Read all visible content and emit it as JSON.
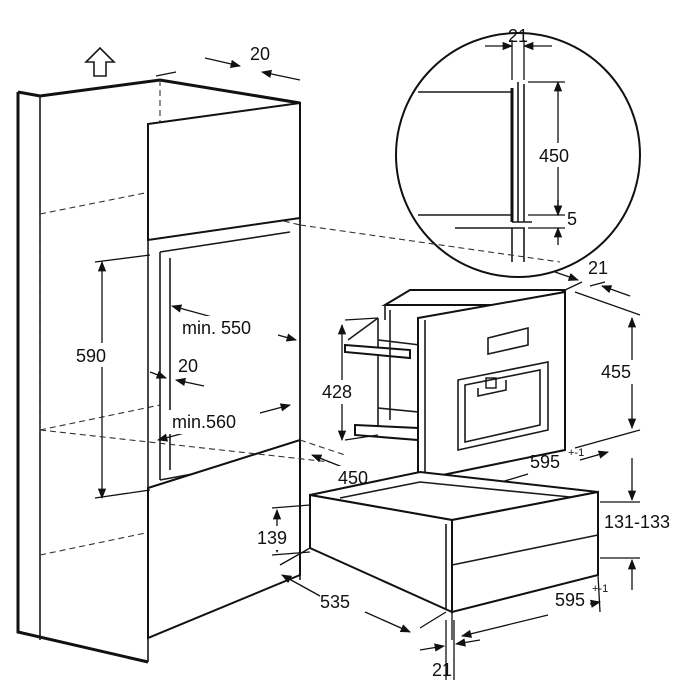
{
  "labels": {
    "top_depth": "20",
    "cabinet_height": "590",
    "min_width": "min. 550",
    "side_gap": "20",
    "min_depth": "min.560",
    "drawer_height": "139",
    "drawer_depth": "535",
    "bottom_offset": "21",
    "detail_offset": "21",
    "detail_height": "450",
    "detail_gap": "5",
    "machine_offset": "21",
    "machine_height": "455",
    "machine_body_height": "428",
    "machine_depth": "450",
    "machine_width": "595",
    "machine_width_tol": "+-1",
    "drawer_gap": "131-133",
    "drawer_width": "595",
    "drawer_width_tol": "+-1"
  },
  "icons": {
    "ventilation": "arrow-up-icon"
  }
}
